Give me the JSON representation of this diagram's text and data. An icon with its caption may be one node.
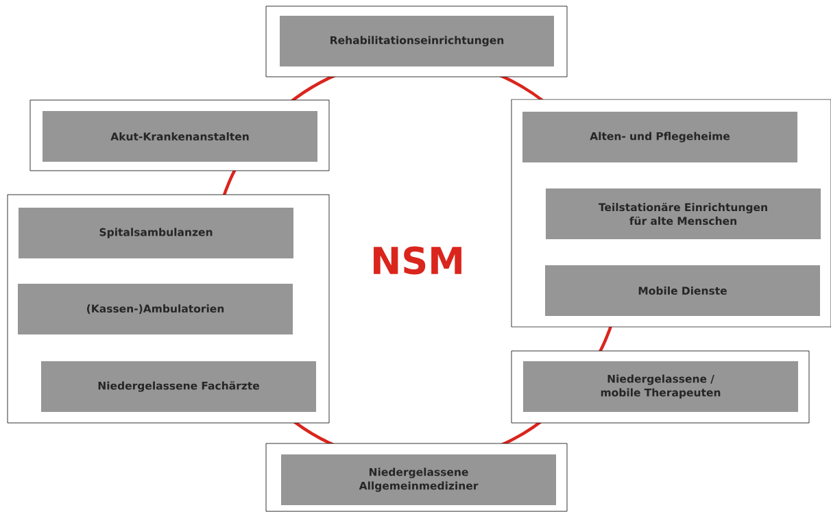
{
  "diagram": {
    "nodes": [
      {
        "text": [],
        "shape": "box"
      },
      {
        "text": [
          "Rehabilitationseinrichtungen"
        ],
        "in": 0
      },
      {
        "text": [],
        "shape": "box"
      },
      {
        "text": [
          "Akut-Krankenanstalten"
        ],
        "in": 2
      },
      {
        "text": [],
        "shape": "box"
      },
      {
        "text": [
          "Alten- und Pflegeheime"
        ],
        "in": 4
      },
      {
        "text": [
          "Teilstationäre Einrichtungen für alte Menschen"
        ],
        "in": 4
      },
      {
        "text": [
          "Mobile Dienste"
        ],
        "in": 4
      },
      {
        "text": [],
        "shape": "box"
      },
      {
        "text": [
          "Spitalsambulanzen"
        ],
        "in": 8
      },
      {
        "text": [
          "(Kassen-)Ambulatorien"
        ],
        "in": 8
      },
      {
        "text": [
          "Niedergelassene Fachärzte"
        ],
        "in": 8
      },
      {
        "text": [],
        "shape": "box"
      },
      {
        "text": [
          "Niedergelassene / mobile Therapeuten"
        ],
        "in": 12
      },
      {
        "text": [],
        "shape": "box"
      },
      {
        "text": [
          "Niedergelassene Allgemeinmediziner"
        ],
        "in": 14
      },
      {
        "text": [
          "NSM"
        ]
      }
    ]
  }
}
